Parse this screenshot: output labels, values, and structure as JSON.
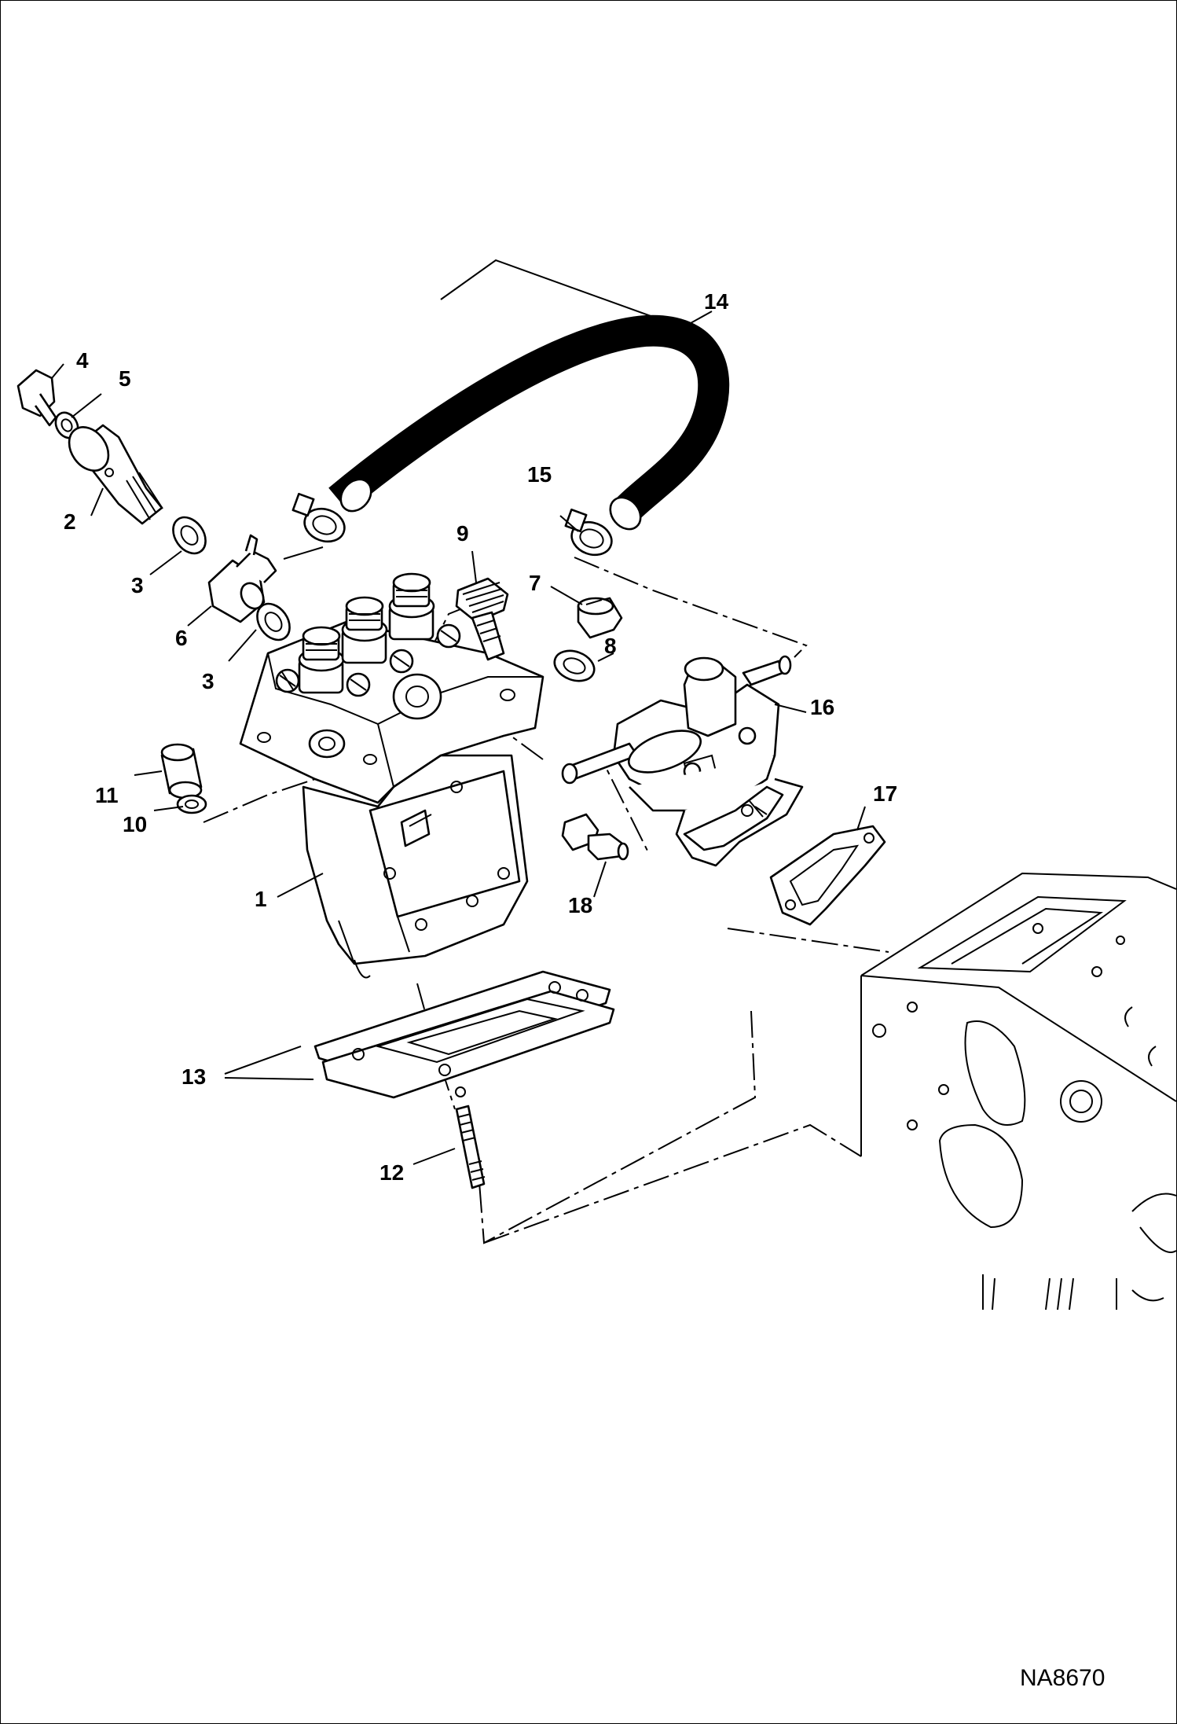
{
  "figure": {
    "code": "NA8670"
  },
  "callouts": [
    {
      "id": "c1",
      "label": "1"
    },
    {
      "id": "c2",
      "label": "2"
    },
    {
      "id": "c3a",
      "label": "3"
    },
    {
      "id": "c3b",
      "label": "3"
    },
    {
      "id": "c4",
      "label": "4"
    },
    {
      "id": "c5",
      "label": "5"
    },
    {
      "id": "c6",
      "label": "6"
    },
    {
      "id": "c7",
      "label": "7"
    },
    {
      "id": "c8",
      "label": "8"
    },
    {
      "id": "c9",
      "label": "9"
    },
    {
      "id": "c10",
      "label": "10"
    },
    {
      "id": "c11",
      "label": "11"
    },
    {
      "id": "c12",
      "label": "12"
    },
    {
      "id": "c13",
      "label": "13"
    },
    {
      "id": "c14",
      "label": "14"
    },
    {
      "id": "c15",
      "label": "15"
    },
    {
      "id": "c16",
      "label": "16"
    },
    {
      "id": "c17",
      "label": "17"
    },
    {
      "id": "c18",
      "label": "18"
    }
  ]
}
